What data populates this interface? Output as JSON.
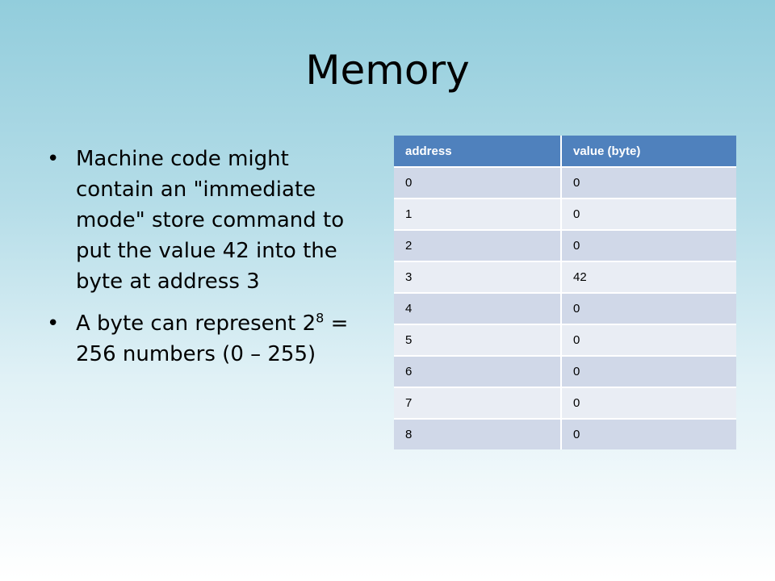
{
  "slide": {
    "title": "Memory",
    "bullets": [
      {
        "text": "Machine code might contain an \"immediate mode\" store command to put the value 42 into the byte at address 3"
      },
      {
        "pre": "A byte can represent 2",
        "sup": "8",
        "post": " = 256 numbers (0 – 255)"
      }
    ],
    "table": {
      "headers": [
        "address",
        "value (byte)"
      ],
      "rows": [
        [
          "0",
          "0"
        ],
        [
          "1",
          "0"
        ],
        [
          "2",
          "0"
        ],
        [
          "3",
          "42"
        ],
        [
          "4",
          "0"
        ],
        [
          "5",
          "0"
        ],
        [
          "6",
          "0"
        ],
        [
          "7",
          "0"
        ],
        [
          "8",
          "0"
        ]
      ]
    }
  },
  "colors": {
    "header_fill": "#4f81bd",
    "row_dark": "#d0d8e8",
    "row_light": "#e9edf4"
  }
}
